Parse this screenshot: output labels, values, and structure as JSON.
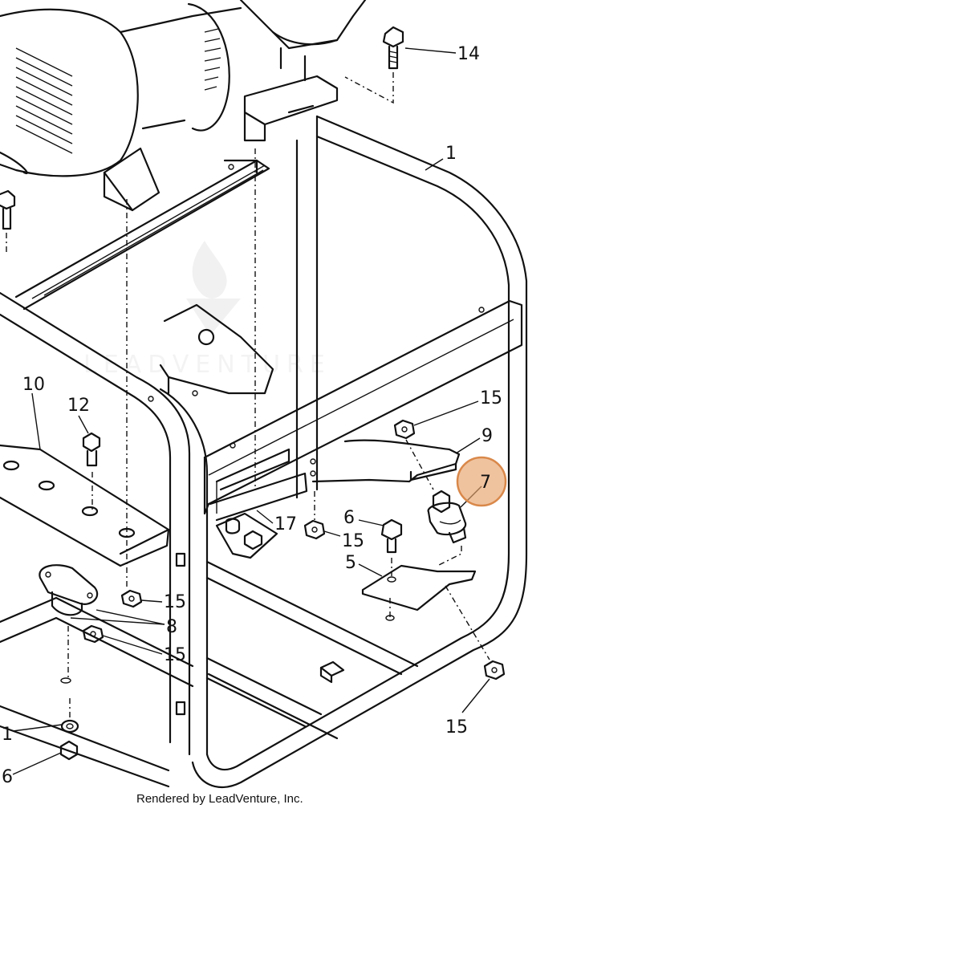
{
  "watermark": {
    "text": "LEADVENTURE"
  },
  "credit": {
    "text": "Rendered by LeadVenture, Inc."
  },
  "highlight": {
    "label": "7",
    "color": "#e8a36c",
    "ring_color": "#d9884a"
  },
  "callouts": {
    "c14": "14",
    "c1": "1",
    "c10": "10",
    "c12": "12",
    "c15a": "15",
    "c9": "9",
    "c6": "6",
    "c15b": "15",
    "c17": "17",
    "c5": "5",
    "c15c": "15",
    "c8": "8",
    "c15d": "15",
    "c15e": "15",
    "c1b": "1",
    "c6b": "6"
  }
}
